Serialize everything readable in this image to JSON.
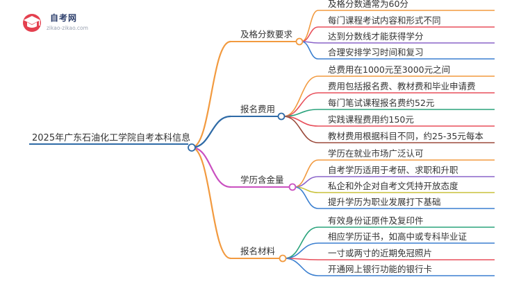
{
  "logo": {
    "title": "自考网",
    "url": "zikao-zikao.com"
  },
  "root": "2025年广东石油化工学院自考本科信息",
  "branches": [
    {
      "label": "及格分数要求",
      "color": "#f29a3f",
      "children": [
        {
          "text": "及格分数通常为60分",
          "color": "#f29a3f"
        },
        {
          "text": "每门课程考试内容和形式不同",
          "color": "#e84e5a"
        },
        {
          "text": "达到分数线才能获得学分",
          "color": "#8a63c9"
        },
        {
          "text": "合理安排学习时间和复习",
          "color": "#3a7fd0"
        }
      ]
    },
    {
      "label": "报名费用",
      "color": "#2e6aa6",
      "children": [
        {
          "text": "总费用在1000元至3000元之间",
          "color": "#f29a3f"
        },
        {
          "text": "费用包括报名费、教材费和毕业申请费",
          "color": "#e84e5a"
        },
        {
          "text": "每门笔试课程报名费约52元",
          "color": "#2aa37c"
        },
        {
          "text": "实践课程费用约150元",
          "color": "#e84e5a"
        },
        {
          "text": "教材费用根据科目不同，约25-35元每本",
          "color": "#9b4a3b"
        }
      ]
    },
    {
      "label": "学历含金量",
      "color": "#c94fc0",
      "children": [
        {
          "text": "学历在就业市场广泛认可",
          "color": "#f29a3f"
        },
        {
          "text": "自考学历适用于考研、求职和升职",
          "color": "#8a63c9"
        },
        {
          "text": "私企和外企对自考文凭持开放态度",
          "color": "#c9c23b"
        },
        {
          "text": "提升学历为职业发展打下基础",
          "color": "#3a7fd0"
        }
      ]
    },
    {
      "label": "报名材料",
      "color": "#f29a3f",
      "children": [
        {
          "text": "有效身份证原件及复印件",
          "color": "#2aa37c"
        },
        {
          "text": "相应学历证书，如高中或专科毕业证",
          "color": "#3a7fd0"
        },
        {
          "text": "一寸或两寸的近期免冠照片",
          "color": "#e84e5a"
        },
        {
          "text": "开通网上银行功能的银行卡",
          "color": "#3a7fd0"
        }
      ]
    }
  ]
}
